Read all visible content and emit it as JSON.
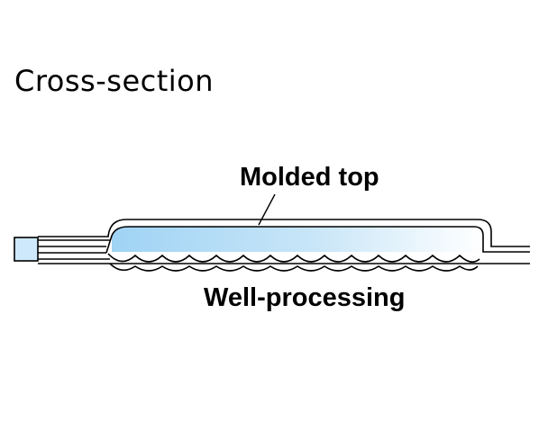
{
  "title": "Cross-section",
  "labels": {
    "molded_top": "Molded top",
    "well_processing": "Well-processing"
  },
  "colors": {
    "outline": "#000000",
    "fill_start": "#9fd3f4",
    "fill_end": "#ffffff",
    "connector_fill": "#cde9fb"
  },
  "icons": {
    "connector": "square-port-icon"
  }
}
